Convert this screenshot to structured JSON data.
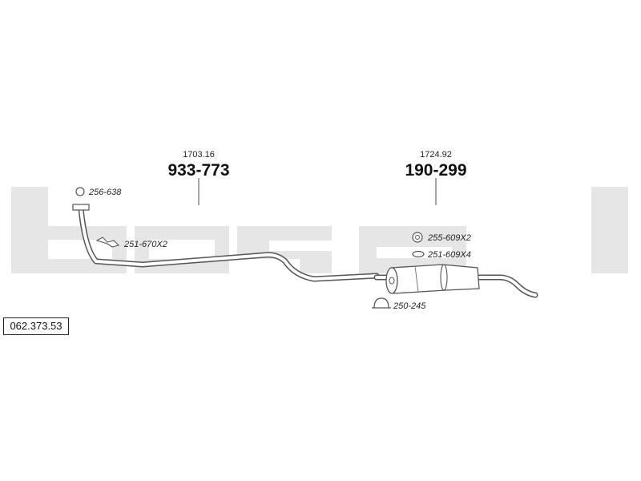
{
  "reference_number": "062.373.53",
  "watermark": {
    "text": "bosal",
    "color": "#e6e6e6"
  },
  "assemblies": [
    {
      "ref_price": "1703.16",
      "part_number": "933-773"
    },
    {
      "ref_price": "1724.92",
      "part_number": "190-299"
    }
  ],
  "fittings": [
    {
      "icon": "ring-clamp-icon",
      "label": "256-638"
    },
    {
      "icon": "hanger-bracket-icon",
      "label": "251-670X2"
    },
    {
      "icon": "rubber-mount-icon",
      "label": "255-609X2"
    },
    {
      "icon": "rubber-strap-icon",
      "label": "251-609X4"
    },
    {
      "icon": "u-clamp-icon",
      "label": "250-245"
    }
  ]
}
